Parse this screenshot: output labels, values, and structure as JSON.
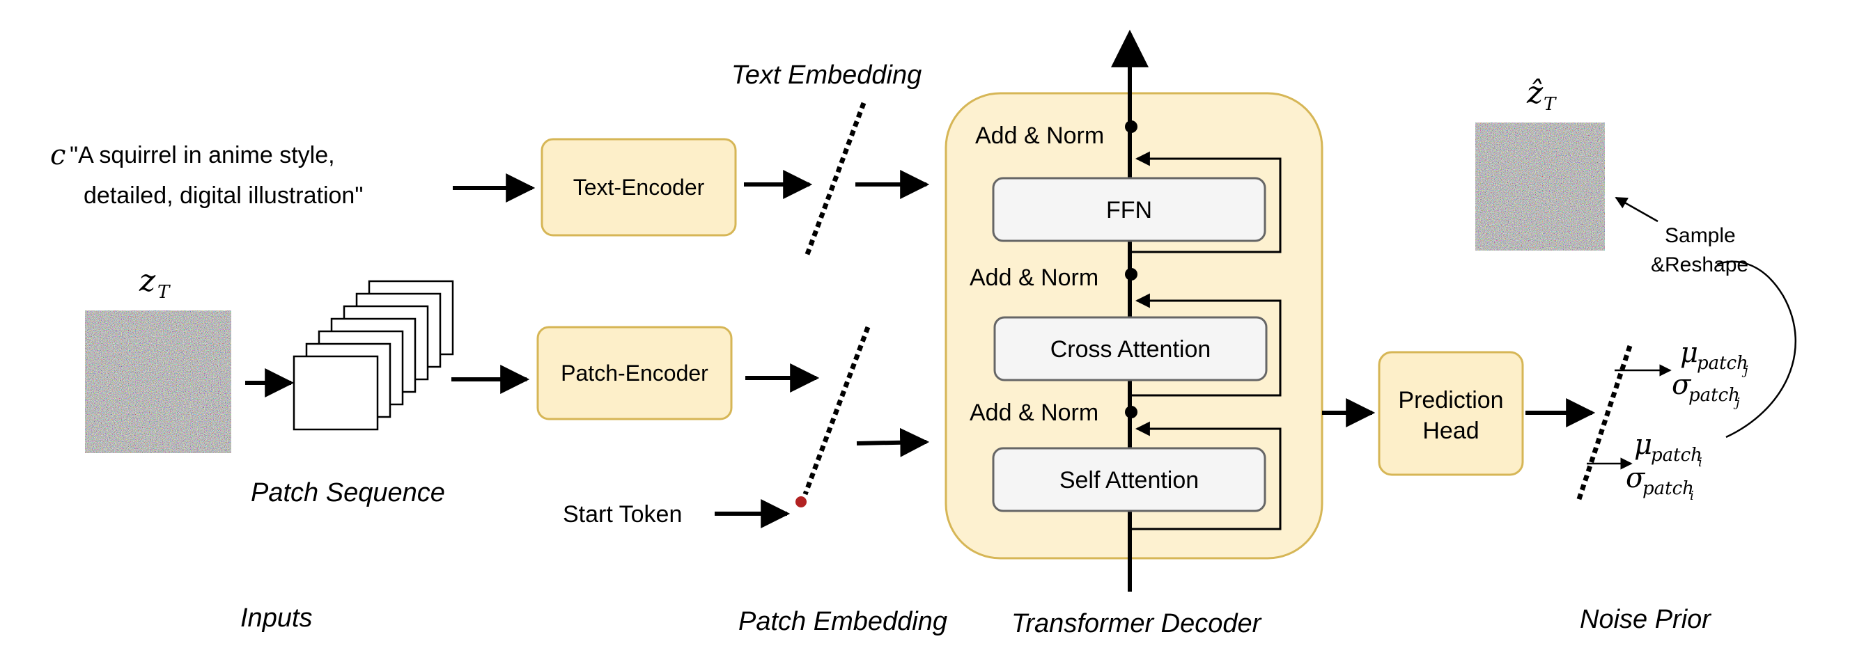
{
  "inputs": {
    "prompt_symbol": "c",
    "prompt_line1": "\"A squirrel in anime style,",
    "prompt_line2": "detailed, digital illustration\"",
    "latent_label": "z",
    "latent_sub": "T",
    "patch_sequence_label": "Patch Sequence",
    "start_token_label": "Start Token",
    "section_label": "Inputs"
  },
  "encoders": {
    "text_encoder": "Text-Encoder",
    "patch_encoder": "Patch-Encoder"
  },
  "embeddings": {
    "text_embedding_label": "Text Embedding",
    "patch_embedding_label": "Patch Embedding"
  },
  "decoder": {
    "section_label": "Transformer Decoder",
    "add_norm_top": "Add & Norm",
    "add_norm_mid": "Add & Norm",
    "add_norm_bottom": "Add & Norm",
    "ffn": "FFN",
    "cross_attention": "Cross Attention",
    "self_attention": "Self Attention"
  },
  "head": {
    "line1": "Prediction",
    "line2": "Head"
  },
  "noise_prior": {
    "section_label": "Noise Prior",
    "output_label": "ẑ",
    "output_sub": "T",
    "sample_line1": "Sample",
    "sample_line2": "&Reshape",
    "mu_j": "μ",
    "mu_j_sub": "patch",
    "mu_j_subsub": "j",
    "sigma_j": "σ",
    "sigma_j_sub": "patch",
    "sigma_j_subsub": "j",
    "mu_i": "μ",
    "mu_i_sub": "patch",
    "mu_i_subsub": "i",
    "sigma_i": "σ",
    "sigma_i_sub": "patch",
    "sigma_i_subsub": "i"
  },
  "colors": {
    "block_fill": "#fdefc9",
    "block_stroke": "#d6b656",
    "decoder_fill": "#fdf1d0",
    "inner_fill": "#f5f5f5",
    "inner_stroke": "#666666",
    "start_token_dot": "#b22222"
  }
}
